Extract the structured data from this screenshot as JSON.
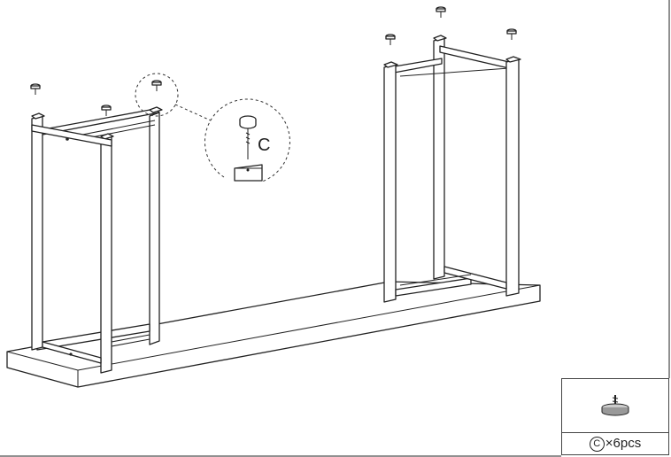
{
  "callout": {
    "part_letter": "C"
  },
  "parts_box": {
    "part_letter": "C",
    "quantity": "×6pcs",
    "icon": "leveling-foot-icon"
  }
}
